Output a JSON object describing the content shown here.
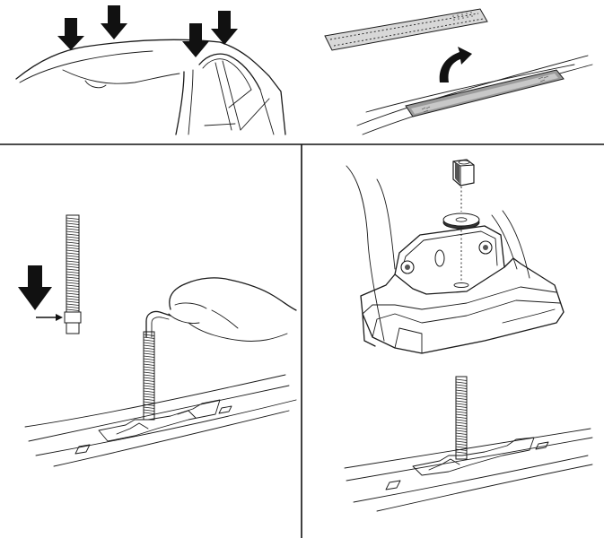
{
  "figure": {
    "panels": [
      {
        "id": "roof-mount-points",
        "arrow_count": 4
      },
      {
        "id": "adhesive-pad-placement",
        "arrow_count": 1
      },
      {
        "id": "threaded-stud-install",
        "arrow_count": 2
      },
      {
        "id": "foot-assembly",
        "arrow_count": 0
      }
    ]
  },
  "colors": {
    "line": "#1a1a1a",
    "arrow": "#111111",
    "pad": "#d8d8d8",
    "background": "#ffffff"
  },
  "icons": [
    "down-arrow-icon",
    "curved-arrow-icon",
    "right-arrow-icon",
    "hex-nut-icon",
    "washer-icon",
    "hex-key-icon"
  ]
}
